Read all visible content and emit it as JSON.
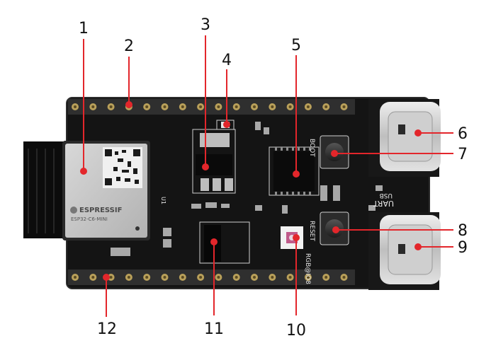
{
  "figure": {
    "callouts": [
      "1",
      "2",
      "3",
      "4",
      "5",
      "6",
      "7",
      "8",
      "9",
      "10",
      "11",
      "12"
    ]
  },
  "board": {
    "module_brand": "ESPRESSIF",
    "module_model": "ESP32-C6-MINI",
    "silkscreen": {
      "boot": "BOOT",
      "reset": "RESET",
      "rgb": "RGB@IO8",
      "usb": "USB",
      "uart": "UART",
      "u1": "U1"
    }
  },
  "colors": {
    "pcb": "#141414",
    "header_strip": "#3a3a3a",
    "pin_gold": "#b9a05a",
    "module_shield": "#c9c9c9",
    "usb_metal": "#d6d6d6",
    "callout_line": "#e3262b",
    "callout_dot": "#e3262b"
  }
}
